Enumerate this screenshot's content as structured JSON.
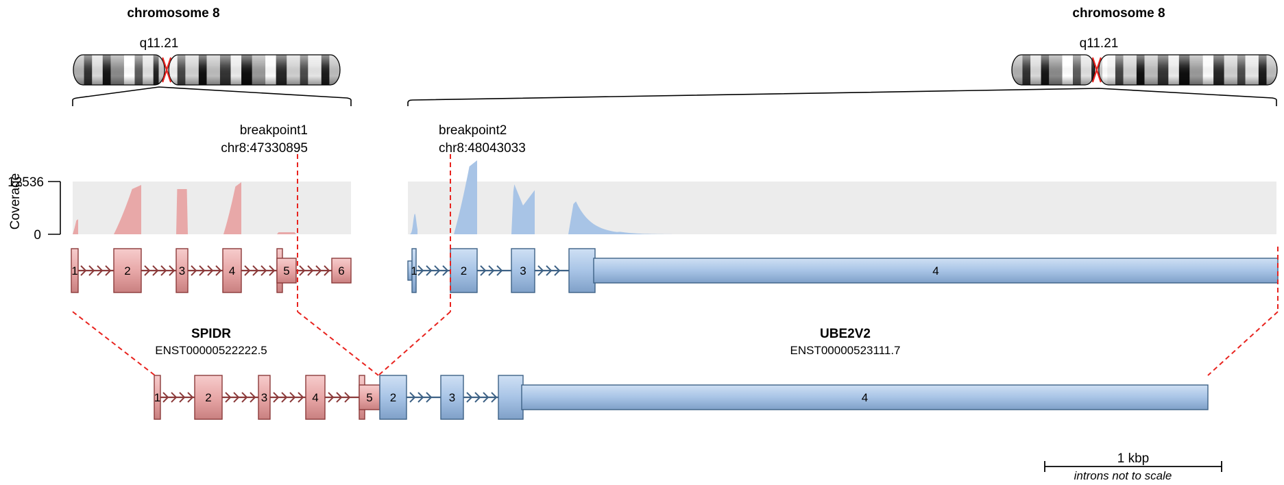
{
  "left": {
    "chromosome_title": "chromosome 8",
    "band_label": "q11.21",
    "breakpoint_label": "breakpoint1",
    "breakpoint_position": "chr8:47330895",
    "gene_name": "SPIDR",
    "transcript_id": "ENST00000522222.5",
    "exons": [
      "1",
      "2",
      "3",
      "4",
      "5",
      "6"
    ],
    "color": "#e8a8a8",
    "border_color": "#8b3a3a"
  },
  "right": {
    "chromosome_title": "chromosome 8",
    "band_label": "q11.21",
    "breakpoint_label": "breakpoint2",
    "breakpoint_position": "chr8:48043033",
    "gene_name": "UBE2V2",
    "transcript_id": "ENST00000523111.7",
    "exons": [
      "1",
      "2",
      "3",
      "4"
    ],
    "color": "#a8c4e6",
    "border_color": "#3d6185"
  },
  "coverage": {
    "axis_title": "Coverage",
    "max_label": "12536",
    "min_label": "0",
    "background": "#ececec"
  },
  "fusion": {
    "exons_5p": [
      "1",
      "2",
      "3",
      "4",
      "5"
    ],
    "exons_3p": [
      "2",
      "3",
      "4"
    ]
  },
  "scale": {
    "label": "1 kbp",
    "note": "introns not to scale"
  },
  "breakpoint_color": "#e8231e"
}
